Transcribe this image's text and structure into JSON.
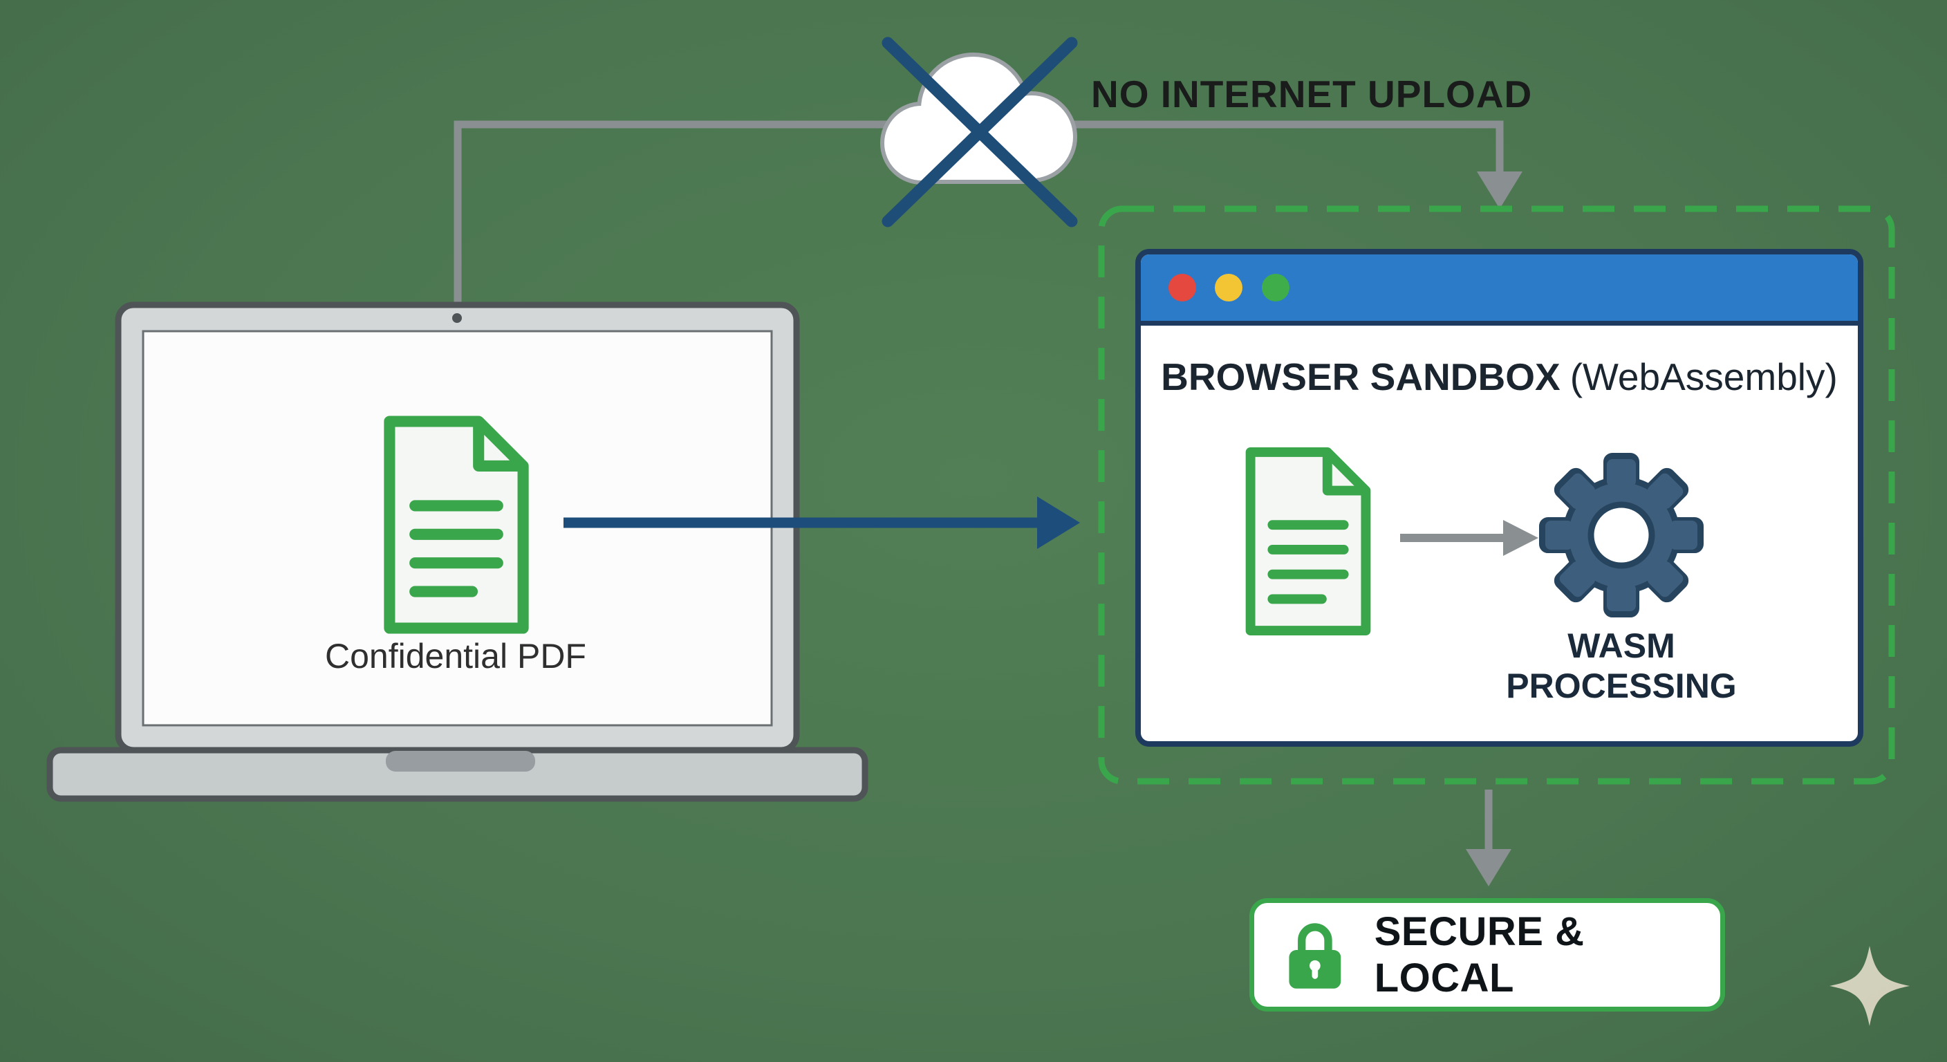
{
  "labels": {
    "no_internet_upload": "NO INTERNET UPLOAD",
    "confidential_pdf": "Confidential PDF",
    "browser_sandbox_bold": "BROWSER SANDBOX",
    "browser_sandbox_paren": "(WebAssembly)",
    "wasm_processing_line1": "WASM",
    "wasm_processing_line2": "PROCESSING",
    "secure_local": "SECURE & LOCAL"
  },
  "icons": {
    "cloud": "cloud-icon",
    "blocked_x": "blocked-x-icon",
    "laptop": "laptop-icon",
    "document": "document-icon",
    "gear": "gear-icon",
    "lock": "lock-icon",
    "sparkle": "sparkle-icon",
    "traffic_lights": [
      "close-dot",
      "minimize-dot",
      "zoom-dot"
    ]
  },
  "colors": {
    "background": "#4d7951",
    "accent_green": "#3aa64c",
    "navy_arrow": "#1d4d7a",
    "browser_border": "#1e3a5f",
    "titlebar_blue": "#2b7bc9",
    "gear_slate": "#3e5e7d",
    "gray_line": "#8a8f92",
    "traffic_red": "#e5483f",
    "traffic_yellow": "#f3c535",
    "traffic_green": "#3fae4a"
  }
}
